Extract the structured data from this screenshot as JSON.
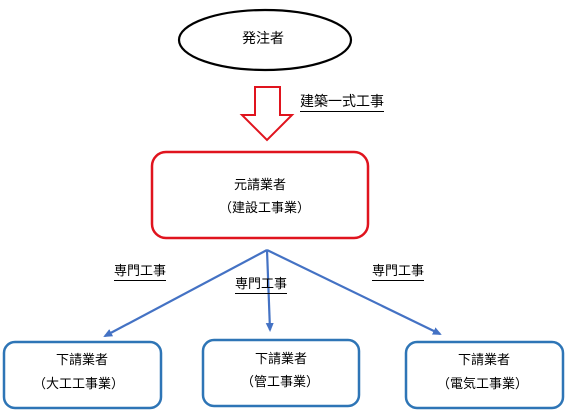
{
  "orderer": {
    "label": "発注者"
  },
  "main_flow": {
    "label": "建築一式工事"
  },
  "prime_contractor": {
    "title": "元請業者",
    "trade": "（建設工事業）"
  },
  "branches": [
    {
      "label": "専門工事",
      "title": "下請業者",
      "trade": "（大工工事業）"
    },
    {
      "label": "専門工事",
      "title": "下請業者",
      "trade": "（管工事業）"
    },
    {
      "label": "専門工事",
      "title": "下請業者",
      "trade": "（電気工事業）"
    }
  ],
  "colors": {
    "prime_border": "#e0141e",
    "sub_border": "#2e75b6",
    "flow_arrow_outline": "#e0141e",
    "branch_arrow": "#4472c4",
    "orderer_border": "#000000"
  }
}
